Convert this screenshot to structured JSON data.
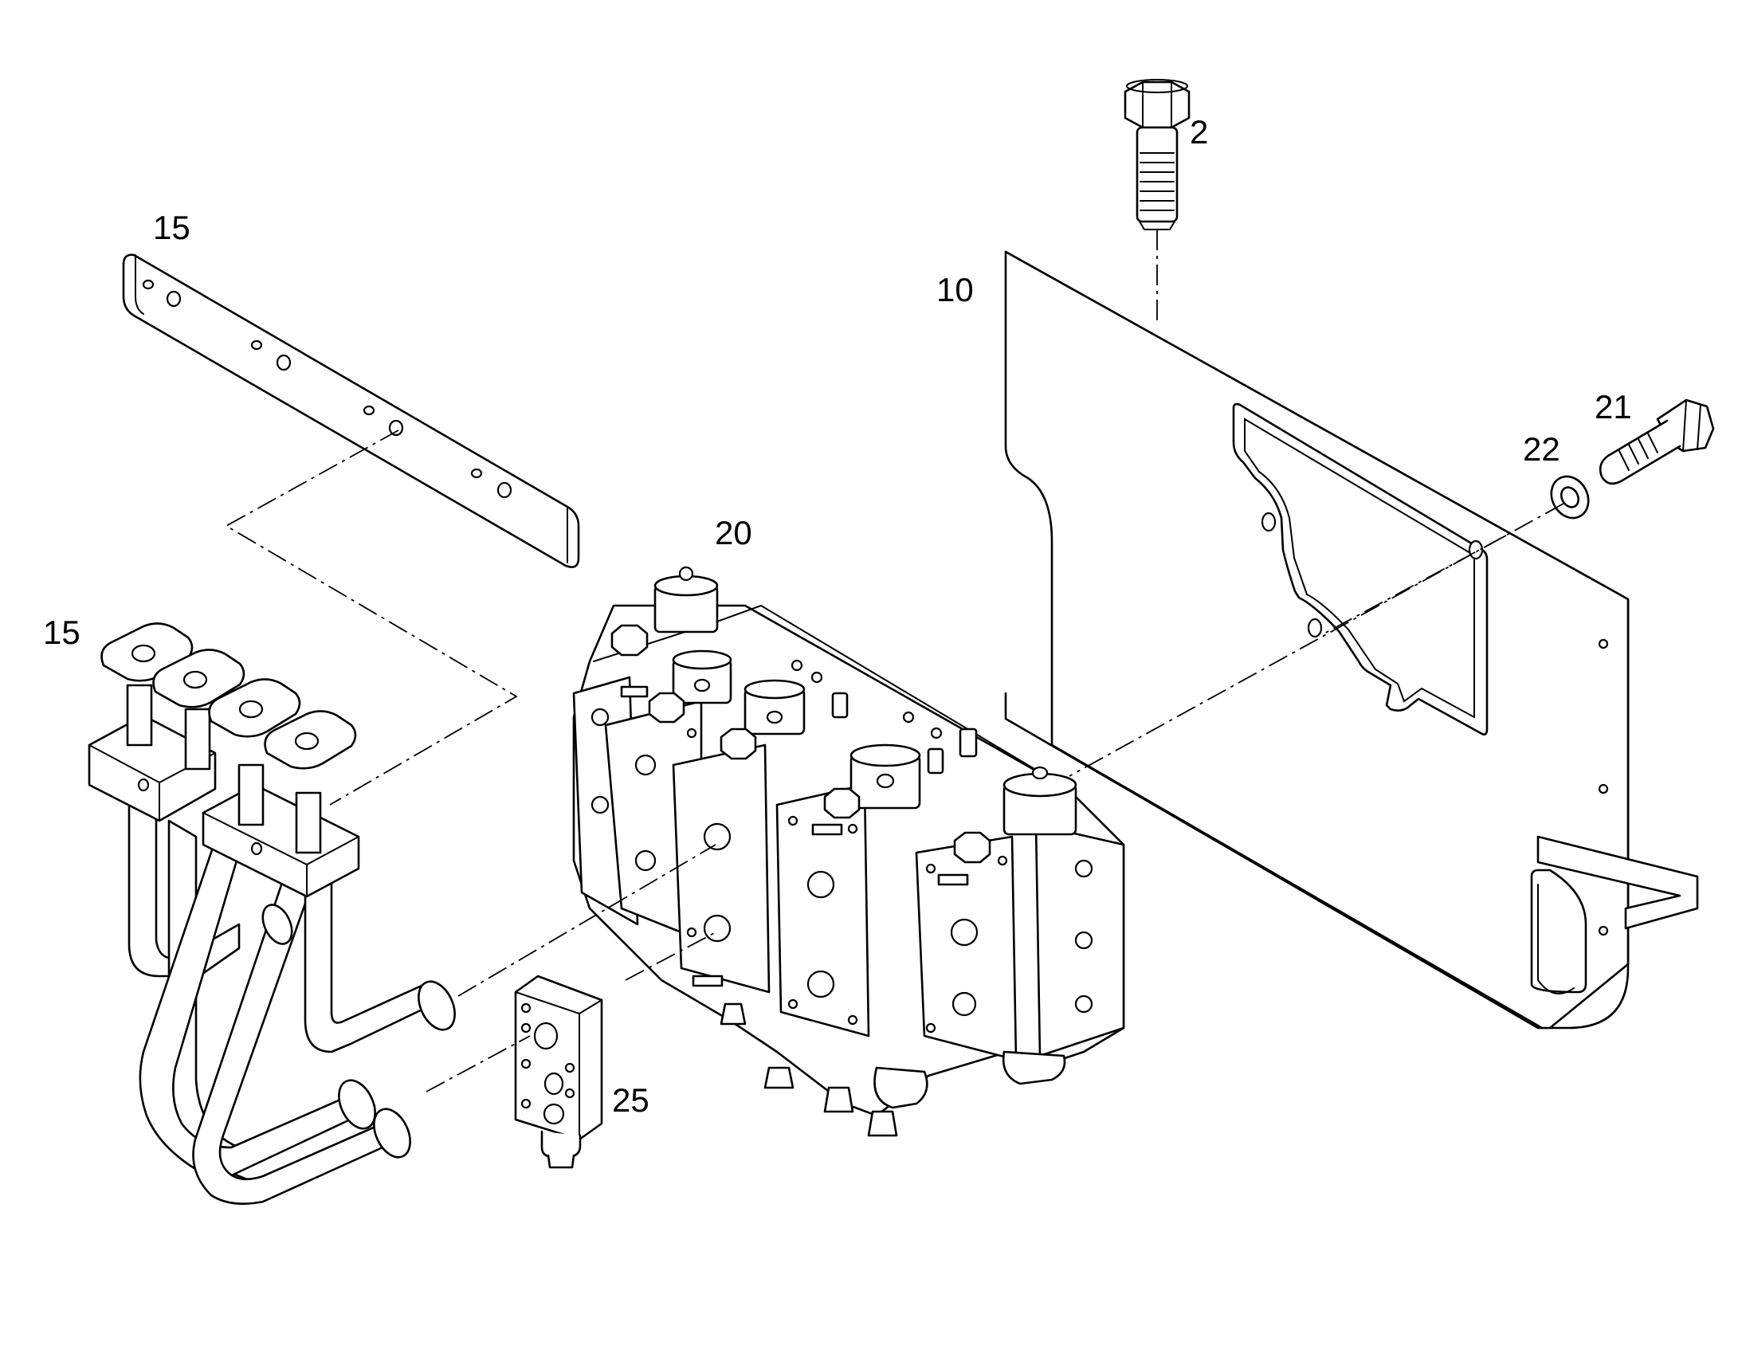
{
  "colors": {
    "line": "#000000",
    "background": "#ffffff"
  },
  "callouts": {
    "bolt_top": "2",
    "bracket_plate": "10",
    "mounting_bar": "15",
    "pipe_assembly": "15",
    "valve_block": "20",
    "bolt_side": "21",
    "washer": "22",
    "small_block": "25"
  }
}
